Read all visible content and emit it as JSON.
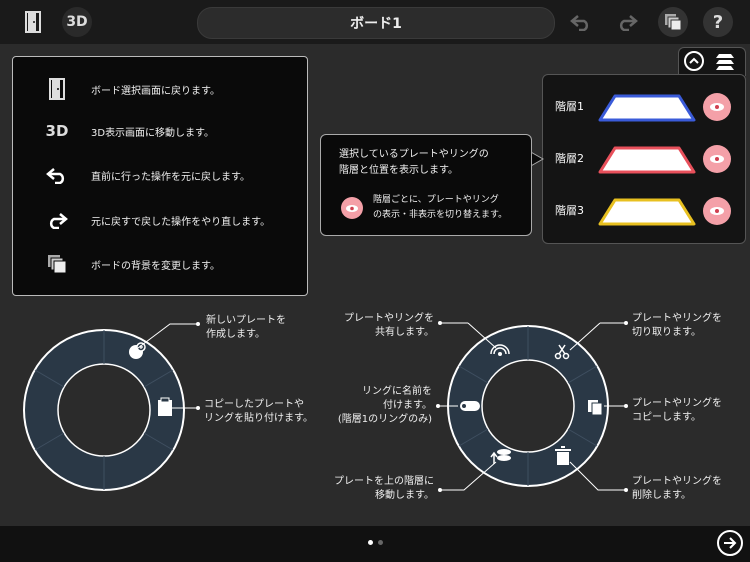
{
  "header": {
    "title": "ボード1",
    "threed_label": "3D",
    "help_label": "?"
  },
  "tooltip_main": {
    "items": [
      {
        "icon": "door-icon",
        "text": "ボード選択画面に戻ります。"
      },
      {
        "icon": "3d-icon",
        "icon_text": "3D",
        "text": "3D表示画面に移動します。"
      },
      {
        "icon": "undo-icon",
        "text": "直前に行った操作を元に戻します。"
      },
      {
        "icon": "redo-icon",
        "text": "元に戻すで戻した操作をやり直します。"
      },
      {
        "icon": "background-icon",
        "text": "ボードの背景を変更します。"
      }
    ]
  },
  "layers": {
    "items": [
      {
        "label": "階層1",
        "color": "#3a5bd9"
      },
      {
        "label": "階層2",
        "color": "#e8505b"
      },
      {
        "label": "階層3",
        "color": "#e8c020"
      }
    ]
  },
  "layer_desc": {
    "line1": "選択しているプレートやリングの",
    "line2": "階層と位置を表示します。",
    "line3": "階層ごとに、プレートやリング",
    "line4": "の表示・非表示を切り替えます。"
  },
  "left_ring": {
    "new_plate": [
      "新しいプレートを",
      "作成します。"
    ],
    "paste": [
      "コピーしたプレートや",
      "リングを貼り付けます。"
    ]
  },
  "right_ring": {
    "share": [
      "プレートやリングを",
      "共有します。"
    ],
    "name": [
      "リングに名前を",
      "付けます。",
      "(階層1のリングのみ)"
    ],
    "move_up": [
      "プレートを上の階層に",
      "移動します。"
    ],
    "cut": [
      "プレートやリングを",
      "切り取ります。"
    ],
    "copy": [
      "プレートやリングを",
      "コピーします。"
    ],
    "delete": [
      "プレートやリングを",
      "削除します。"
    ]
  },
  "pager": {
    "current": 1,
    "total": 2
  },
  "colors": {
    "accent_pink": "#f4a0a8",
    "ring_fill": "#2a3846"
  }
}
